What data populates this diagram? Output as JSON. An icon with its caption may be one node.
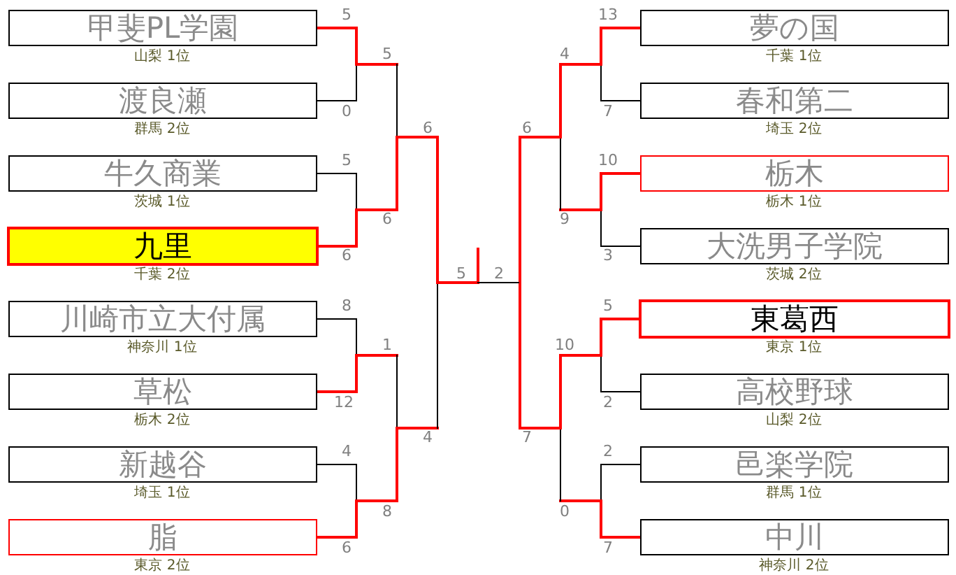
{
  "diagram": {
    "nodes": [
      {
        "text": [
          "甲斐PL学園"
        ],
        "beside": [
          "山梨 1位"
        ]
      },
      {
        "text": [
          "渡良瀬"
        ],
        "beside": [
          "群馬 2位"
        ]
      },
      {
        "text": [
          "牛久商業"
        ],
        "beside": [
          "茨城 1位"
        ]
      },
      {
        "text": [
          "九里"
        ],
        "beside": [
          "千葉 2位"
        ]
      },
      {
        "text": [
          "川崎市立大付属"
        ],
        "beside": [
          "神奈川 1位"
        ]
      },
      {
        "text": [
          "草松"
        ],
        "beside": [
          "栃木 2位"
        ]
      },
      {
        "text": [
          "新越谷"
        ],
        "beside": [
          "埼玉 1位"
        ]
      },
      {
        "text": [
          "脂"
        ],
        "beside": [
          "東京 2位"
        ]
      },
      {
        "text": [
          "夢の国"
        ],
        "beside": [
          "千葉 1位"
        ]
      },
      {
        "text": [
          "春和第二"
        ],
        "beside": [
          "埼玉 2位"
        ]
      },
      {
        "text": [
          "栃木"
        ],
        "beside": [
          "栃木 1位"
        ]
      },
      {
        "text": [
          "大洗男子学院"
        ],
        "beside": [
          "茨城 2位"
        ]
      },
      {
        "text": [
          "東葛西"
        ],
        "beside": [
          "東京 1位"
        ]
      },
      {
        "text": [
          "高校野球"
        ],
        "beside": [
          "山梨 2位"
        ]
      },
      {
        "text": [
          "邑楽学院"
        ],
        "beside": [
          "群馬 1位"
        ]
      },
      {
        "text": [
          "中川"
        ],
        "beside": [
          "神奈川 2位"
        ]
      }
    ],
    "labels": [
      "5",
      "0",
      "5",
      "6",
      "8",
      "12",
      "4",
      "6",
      "5",
      "6",
      "1",
      "8",
      "6",
      "4",
      "5",
      "2",
      "6",
      "7",
      "4",
      "9",
      "10",
      "0",
      "13",
      "7",
      "10",
      "3",
      "5",
      "2",
      "2",
      "7"
    ]
  }
}
